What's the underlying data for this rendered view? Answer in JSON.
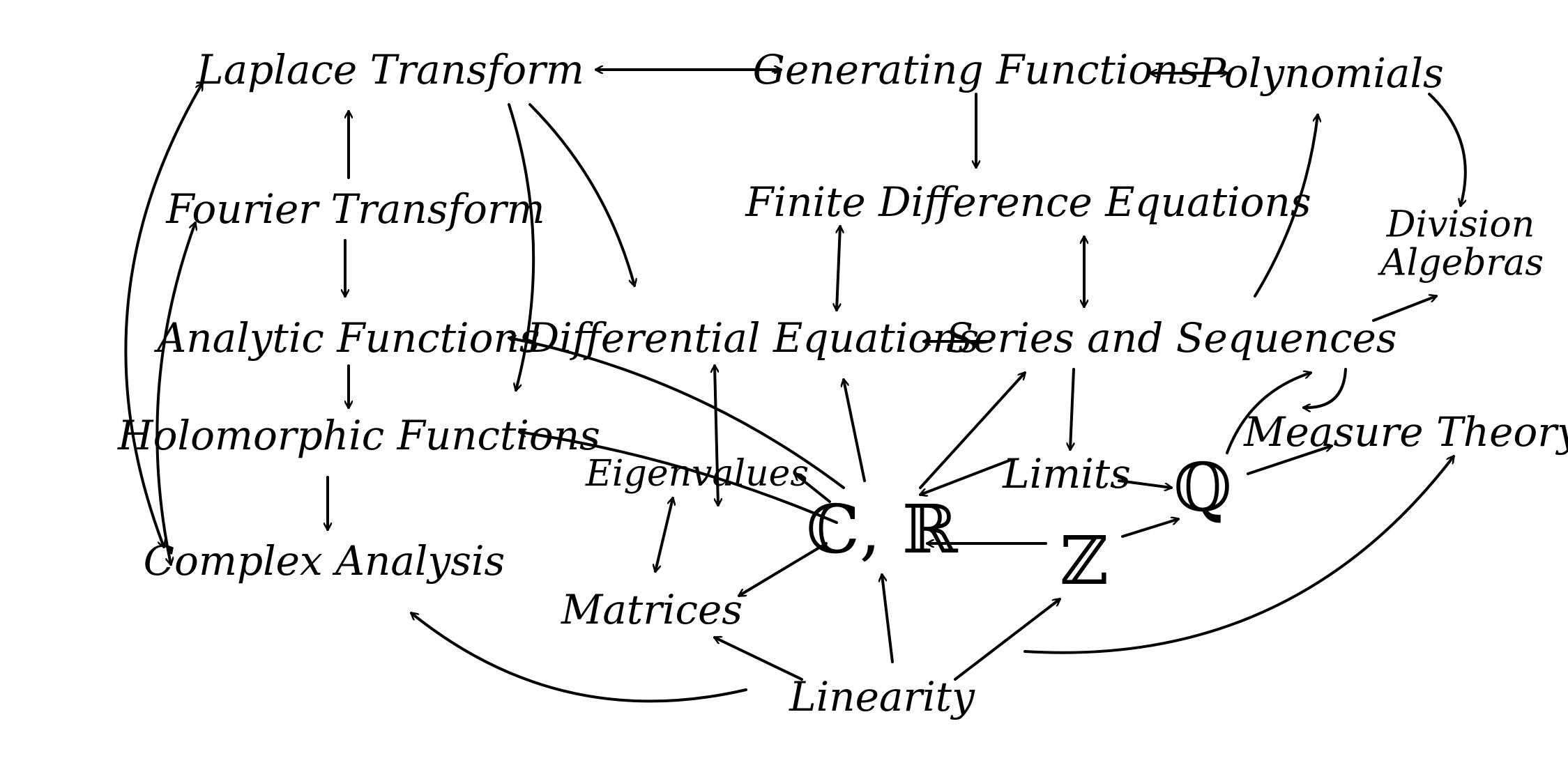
{
  "diagram": {
    "nodes": [
      {
        "id": "laplace",
        "label": "Laplace Transform"
      },
      {
        "id": "genfun",
        "label": "Generating Functions"
      },
      {
        "id": "poly",
        "label": "Polynomials"
      },
      {
        "id": "fourier",
        "label": "Fourier Transform"
      },
      {
        "id": "finitediff",
        "label": "Finite Difference Equations"
      },
      {
        "id": "division",
        "label": "Division Algebras"
      },
      {
        "id": "analytic",
        "label": "Analytic Functions"
      },
      {
        "id": "diffeq",
        "label": "Differential Equations"
      },
      {
        "id": "series",
        "label": "Series and Sequences"
      },
      {
        "id": "holo",
        "label": "Holomorphic Functions"
      },
      {
        "id": "eigen",
        "label": "Eigenvalues"
      },
      {
        "id": "cr",
        "label": "ℂ, ℝ"
      },
      {
        "id": "limits",
        "label": "Limits"
      },
      {
        "id": "q",
        "label": "ℚ"
      },
      {
        "id": "measure",
        "label": "Measure Theory"
      },
      {
        "id": "complex",
        "label": "Complex Analysis"
      },
      {
        "id": "matrices",
        "label": "Matrices"
      },
      {
        "id": "z",
        "label": "ℤ"
      },
      {
        "id": "linearity",
        "label": "Linearity"
      }
    ],
    "edges": [
      {
        "from": "laplace",
        "to": "genfun",
        "both": true
      },
      {
        "from": "genfun",
        "to": "poly",
        "both": true
      },
      {
        "from": "genfun",
        "to": "finitediff"
      },
      {
        "from": "poly",
        "to": "division"
      },
      {
        "from": "fourier",
        "to": "laplace"
      },
      {
        "from": "fourier",
        "to": "analytic"
      },
      {
        "from": "laplace",
        "to": "diffeq"
      },
      {
        "from": "laplace",
        "to": "holo"
      },
      {
        "from": "complex",
        "to": "laplace",
        "both": true
      },
      {
        "from": "complex",
        "to": "fourier",
        "both": true
      },
      {
        "from": "analytic",
        "to": "holo"
      },
      {
        "from": "holo",
        "to": "complex"
      },
      {
        "from": "cr",
        "to": "analytic"
      },
      {
        "from": "cr",
        "to": "holo"
      },
      {
        "from": "diffeq",
        "to": "finitediff",
        "both": true
      },
      {
        "from": "finitediff",
        "to": "series",
        "both": true
      },
      {
        "from": "series",
        "to": "diffeq"
      },
      {
        "from": "series",
        "to": "poly"
      },
      {
        "from": "series",
        "to": "division"
      },
      {
        "from": "series",
        "to": "measure"
      },
      {
        "from": "series",
        "to": "limits"
      },
      {
        "from": "diffeq",
        "to": "eigen",
        "both": true
      },
      {
        "from": "cr",
        "to": "diffeq"
      },
      {
        "from": "cr",
        "to": "series"
      },
      {
        "from": "cr",
        "to": "eigen"
      },
      {
        "from": "cr",
        "to": "matrices"
      },
      {
        "from": "eigen",
        "to": "matrices",
        "both": true
      },
      {
        "from": "limits",
        "to": "cr"
      },
      {
        "from": "limits",
        "to": "q"
      },
      {
        "from": "z",
        "to": "cr"
      },
      {
        "from": "z",
        "to": "q"
      },
      {
        "from": "q",
        "to": "measure"
      },
      {
        "from": "q",
        "to": "series"
      },
      {
        "from": "linearity",
        "to": "cr"
      },
      {
        "from": "linearity",
        "to": "z"
      },
      {
        "from": "linearity",
        "to": "matrices"
      },
      {
        "from": "linearity",
        "to": "complex"
      },
      {
        "from": "linearity",
        "to": "measure"
      }
    ]
  }
}
